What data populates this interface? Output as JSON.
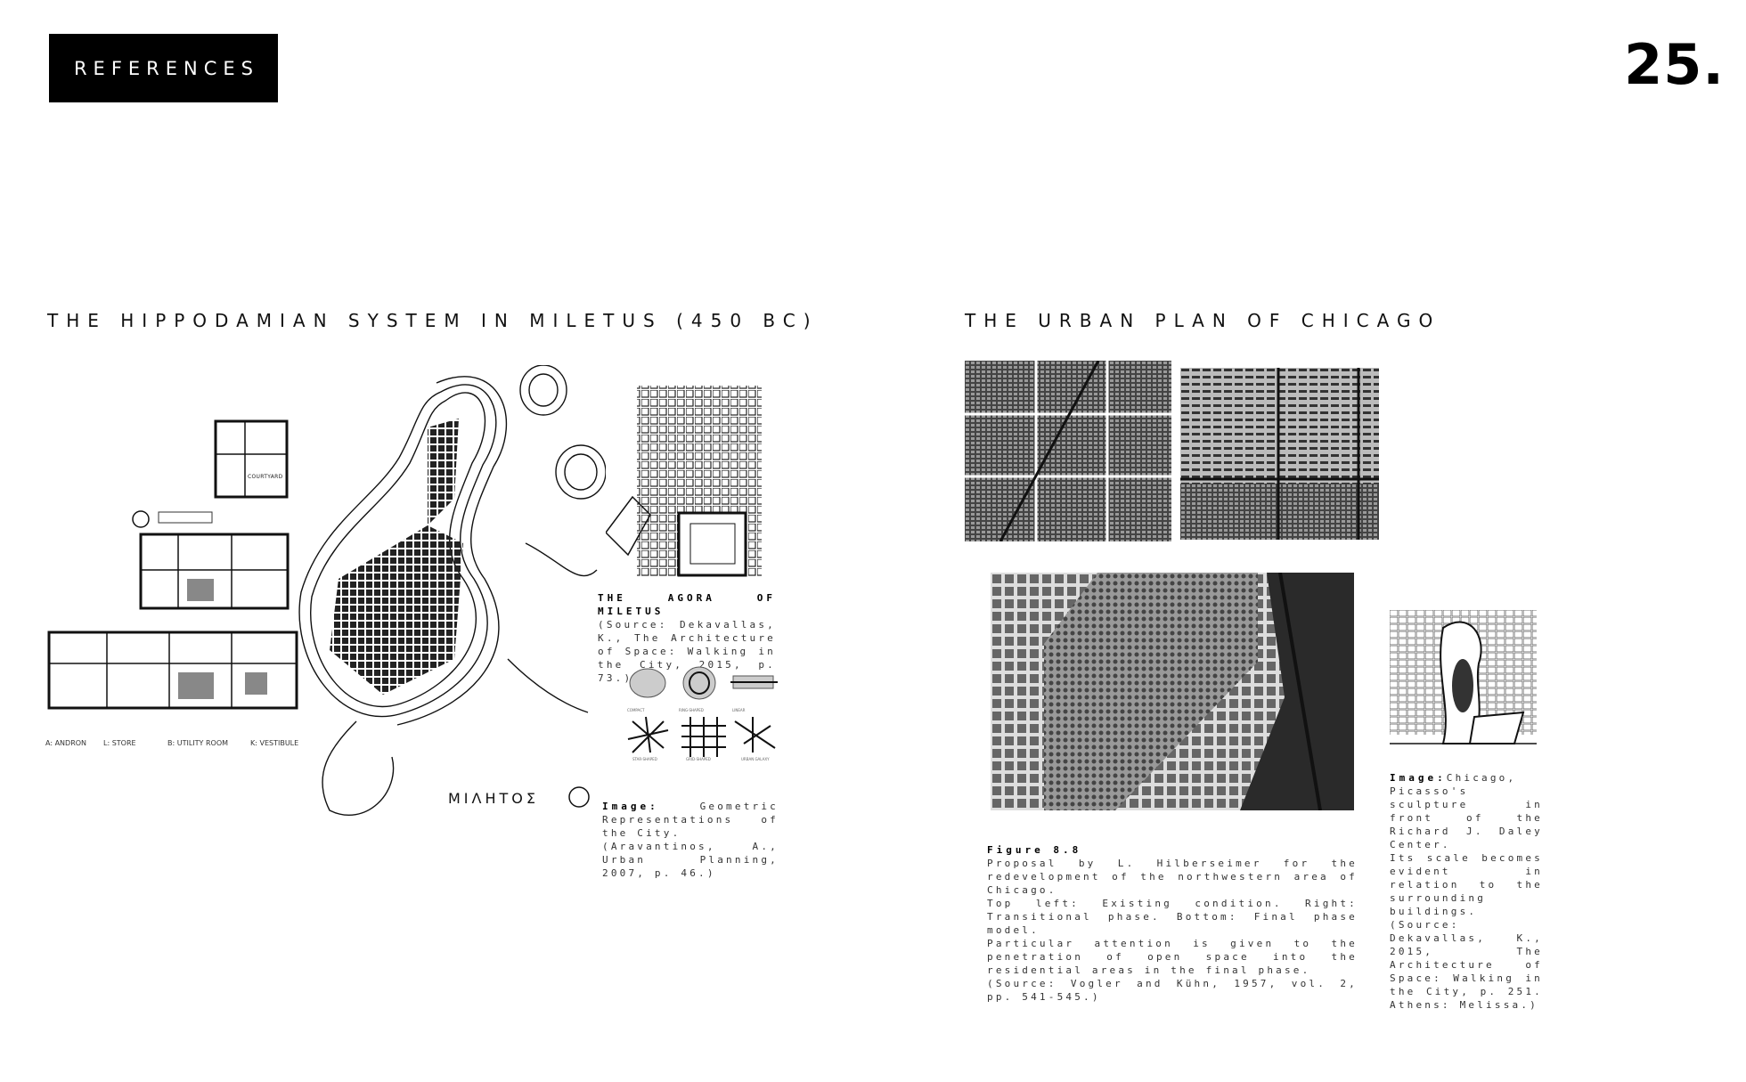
{
  "header": {
    "section_label": "REFERENCES",
    "page_number": "25."
  },
  "left": {
    "heading": "THE HIPPODAMIAN SYSTEM IN MILETUS (450 BC)",
    "house_legend": [
      "A: ANDRON",
      "L: STORE",
      "B: UTILITY ROOM",
      "K: VESTIBULE"
    ],
    "house_labels": [
      "COURTYARD"
    ],
    "map_label": "ΜΙΛΗΤΟΣ",
    "agora_caption": {
      "title": "THE AGORA OF MILETUS",
      "text": "(Source: Dekavallas, K., The Architecture of Space: Walking in the City, 2015, p. 73.)"
    },
    "diagram_labels": [
      "COMPACT",
      "RING-SHAPED",
      "LINEAR",
      "STAR-SHAPED",
      "GRID-SHAPED",
      "URBAN GALAXY"
    ],
    "image_caption": {
      "title": "Image:",
      "lines": [
        "Geometric Representations of the City.",
        "(Aravantinos, A., Urban Planning, 2007, p. 46.)"
      ]
    }
  },
  "right": {
    "heading": "THE URBAN PLAN OF CHICAGO",
    "figure_caption": {
      "title": "Figure 8.8",
      "lines": [
        "Proposal by L. Hilberseimer for the redevelopment of the northwestern area of Chicago.",
        "Top left: Existing condition. Right: Transitional phase. Bottom: Final phase model.",
        "Particular attention is given to the penetration of open space into the residential areas in the final phase.",
        "(Source: Vogler and Kühn, 1957, vol. 2, pp. 541-545.)"
      ]
    },
    "image_caption": {
      "title": "Image:",
      "lines": [
        "Chicago, Picasso's sculpture in front of the Richard J. Daley Center.",
        "Its scale becomes evident in relation to the surrounding buildings.",
        "(Source: Dekavallas, K., 2015, The Architecture of Space: Walking in the City, p. 251. Athens: Melissa.)"
      ]
    }
  }
}
